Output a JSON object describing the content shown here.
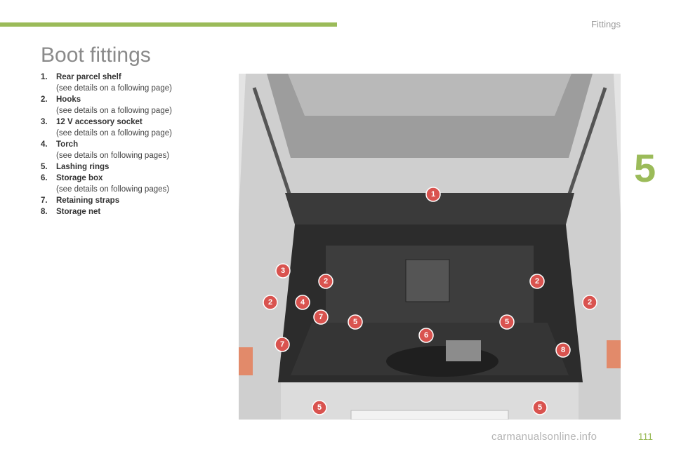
{
  "header": {
    "section": "Fittings",
    "chapter": "5"
  },
  "page_title": "Boot fittings",
  "legend": [
    {
      "num": "1.",
      "label": "Rear parcel shelf",
      "detail": "(see details on a following page)"
    },
    {
      "num": "2.",
      "label": "Hooks",
      "detail": "(see details on a following page)"
    },
    {
      "num": "3.",
      "label": "12 V accessory socket",
      "detail": "(see details on a following page)"
    },
    {
      "num": "4.",
      "label": "Torch",
      "detail": "(see details on following pages)"
    },
    {
      "num": "5.",
      "label": "Lashing rings",
      "detail": ""
    },
    {
      "num": "6.",
      "label": "Storage box",
      "detail": "(see details on following pages)"
    },
    {
      "num": "7.",
      "label": "Retaining straps",
      "detail": ""
    },
    {
      "num": "8.",
      "label": "Storage net",
      "detail": ""
    }
  ],
  "callouts": [
    "1",
    "2",
    "2",
    "2",
    "2",
    "3",
    "4",
    "5",
    "5",
    "5",
    "5",
    "6",
    "7",
    "7",
    "8"
  ],
  "footer": {
    "page_number": "111",
    "watermark": "carmanualsonline.info"
  },
  "colors": {
    "accent": "#9bbb59",
    "callout": "#d9534f"
  }
}
